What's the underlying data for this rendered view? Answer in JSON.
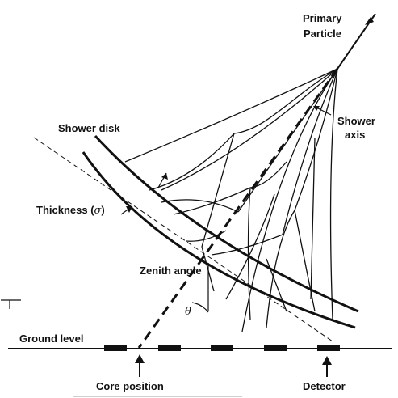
{
  "labels": {
    "primary_particle_line1": "Primary",
    "primary_particle_line2": "Particle",
    "shower_axis_line1": "Shower",
    "shower_axis_line2": "axis",
    "shower_disk": "Shower disk",
    "thickness": "Thickness (",
    "sigma": "σ",
    "thickness_close": ")",
    "zenith_angle": "Zenith angle",
    "theta": "θ",
    "ground_level": "Ground level",
    "core_position": "Core position",
    "detector": "Detector"
  },
  "colors": {
    "ink": "#111111",
    "background": "#ffffff"
  }
}
